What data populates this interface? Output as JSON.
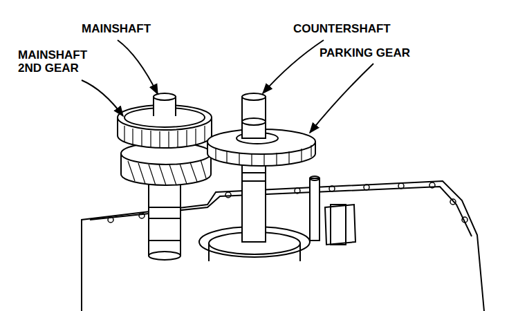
{
  "diagram": {
    "labels": [
      "MAINSHAFT",
      "MAINSHAFT 2ND GEAR",
      "COUNTERSHAFT",
      "PARKING GEAR"
    ]
  }
}
